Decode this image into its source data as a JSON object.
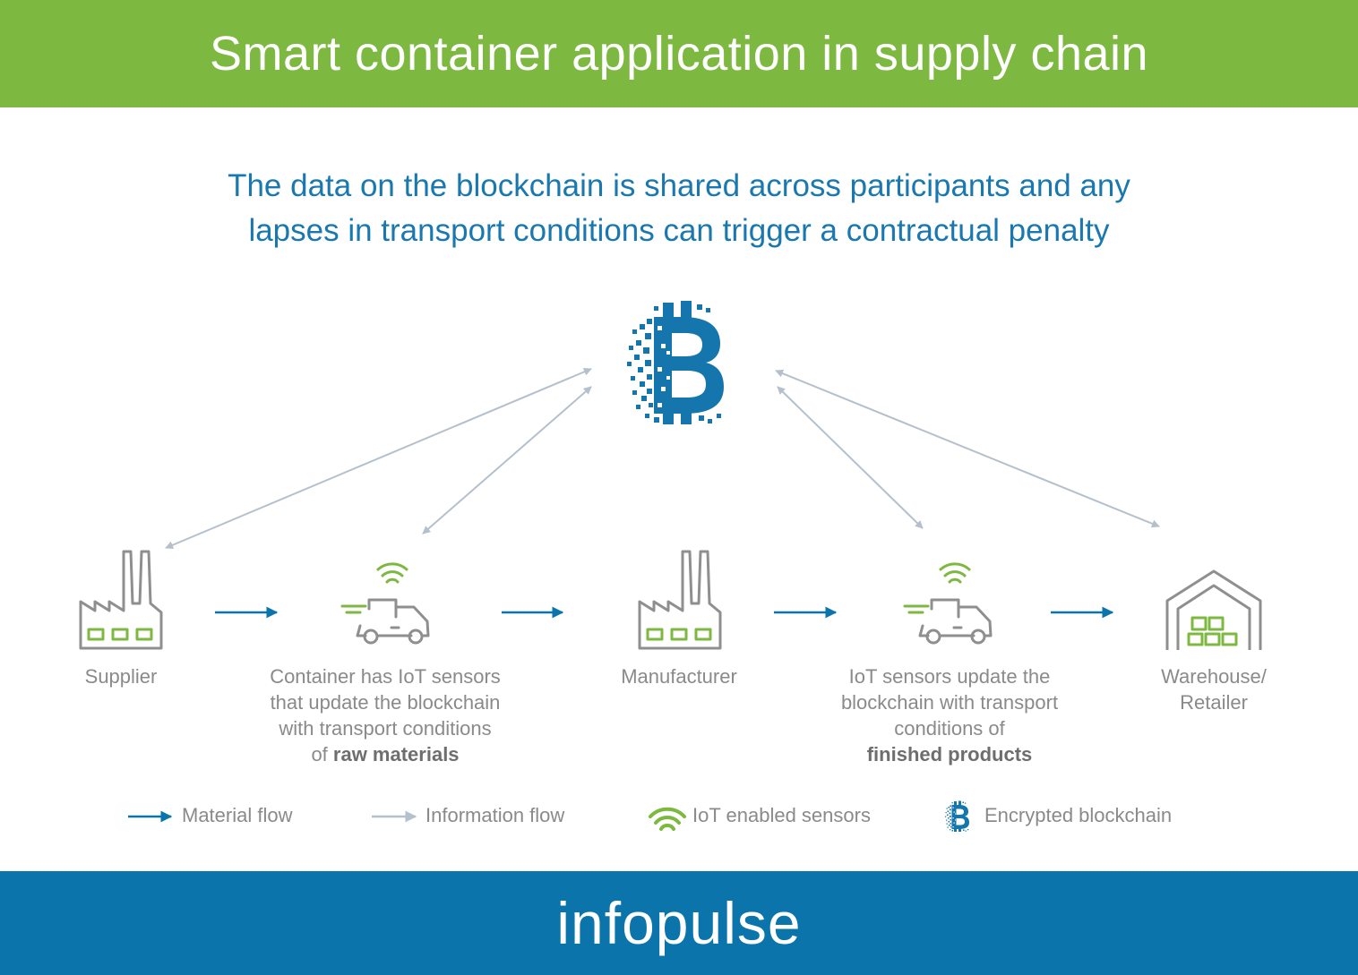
{
  "header": {
    "title": "Smart container application in supply chain"
  },
  "subtitle": {
    "line1": "The data on the blockchain is shared across participants and any",
    "line2": "lapses in transport conditions can trigger a contractual penalty"
  },
  "nodes": {
    "supplier": "Supplier",
    "container": {
      "line1": "Container has IoT sensors",
      "line2": "that update the blockchain",
      "line3": "with transport conditions",
      "line4_prefix": "of ",
      "line4_bold": "raw materials"
    },
    "manufacturer": "Manufacturer",
    "iot": {
      "line1": "IoT sensors update the",
      "line2": "blockchain with transport",
      "line3": "conditions of",
      "line4_bold": "finished products"
    },
    "warehouse": {
      "line1": "Warehouse/",
      "line2": "Retailer"
    }
  },
  "legend": {
    "material": "Material flow",
    "information": "Information flow",
    "iot": "IoT enabled sensors",
    "blockchain": "Encrypted blockchain"
  },
  "footer": {
    "brand": "infopulse"
  },
  "colors": {
    "green": "#7db840",
    "blue": "#0a74ab",
    "info_arrow": "#b4c0cc",
    "icon_gray": "#8f8f8f",
    "text_gray": "#8a8a8a"
  },
  "icons": [
    "factory-icon",
    "truck-icon",
    "wifi-icon",
    "warehouse-icon",
    "blockchain-icon",
    "arrow-icon"
  ]
}
